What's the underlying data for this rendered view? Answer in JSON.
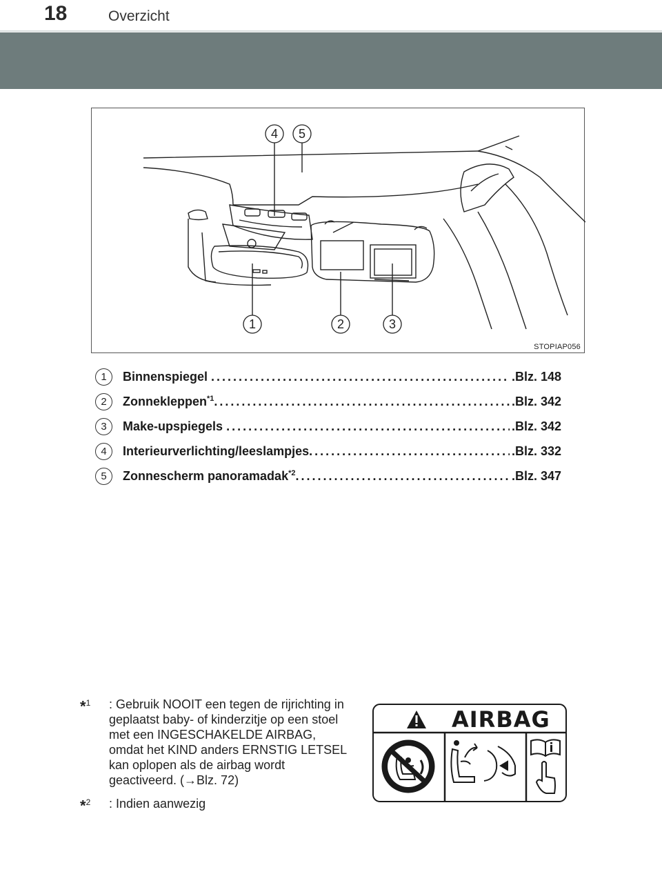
{
  "header": {
    "page_number": "18",
    "section": "Overzicht"
  },
  "figure": {
    "code": "STOPIAP056",
    "callouts": [
      "1",
      "2",
      "3",
      "4",
      "5"
    ]
  },
  "items": [
    {
      "num": "1",
      "label": "Binnenspiegel",
      "sup": "",
      "page": ".Blz. 148"
    },
    {
      "num": "2",
      "label": "Zonnekleppen",
      "sup": "*1",
      "page": ".Blz. 342"
    },
    {
      "num": "3",
      "label": "Make-upspiegels",
      "sup": "",
      "page": ".Blz. 342"
    },
    {
      "num": "4",
      "label": "Interieurverlichting/leeslampjes",
      "sup": "",
      "page": ".Blz. 332"
    },
    {
      "num": "5",
      "label": "Zonnescherm panoramadak",
      "sup": "*2",
      "page": ".Blz. 347"
    }
  ],
  "footnotes": [
    {
      "mark": "*",
      "sup": "1",
      "text": ": Gebruik NOOIT een tegen de rijrichting in geplaatst baby- of kinderzitje op een stoel met een INGESCHAKELDE AIRBAG, omdat het KIND anders ERNSTIG LETSEL kan oplopen als de airbag wordt geactiveerd. (→Blz. 72)"
    },
    {
      "mark": "*",
      "sup": "2",
      "text": ": Indien aanwezig"
    }
  ],
  "airbag_label": {
    "title": "AIRBAG"
  },
  "icons": [
    "warning-triangle-icon",
    "no-rear-facing-seat-icon",
    "airbag-deploy-icon",
    "manual-info-icon"
  ]
}
